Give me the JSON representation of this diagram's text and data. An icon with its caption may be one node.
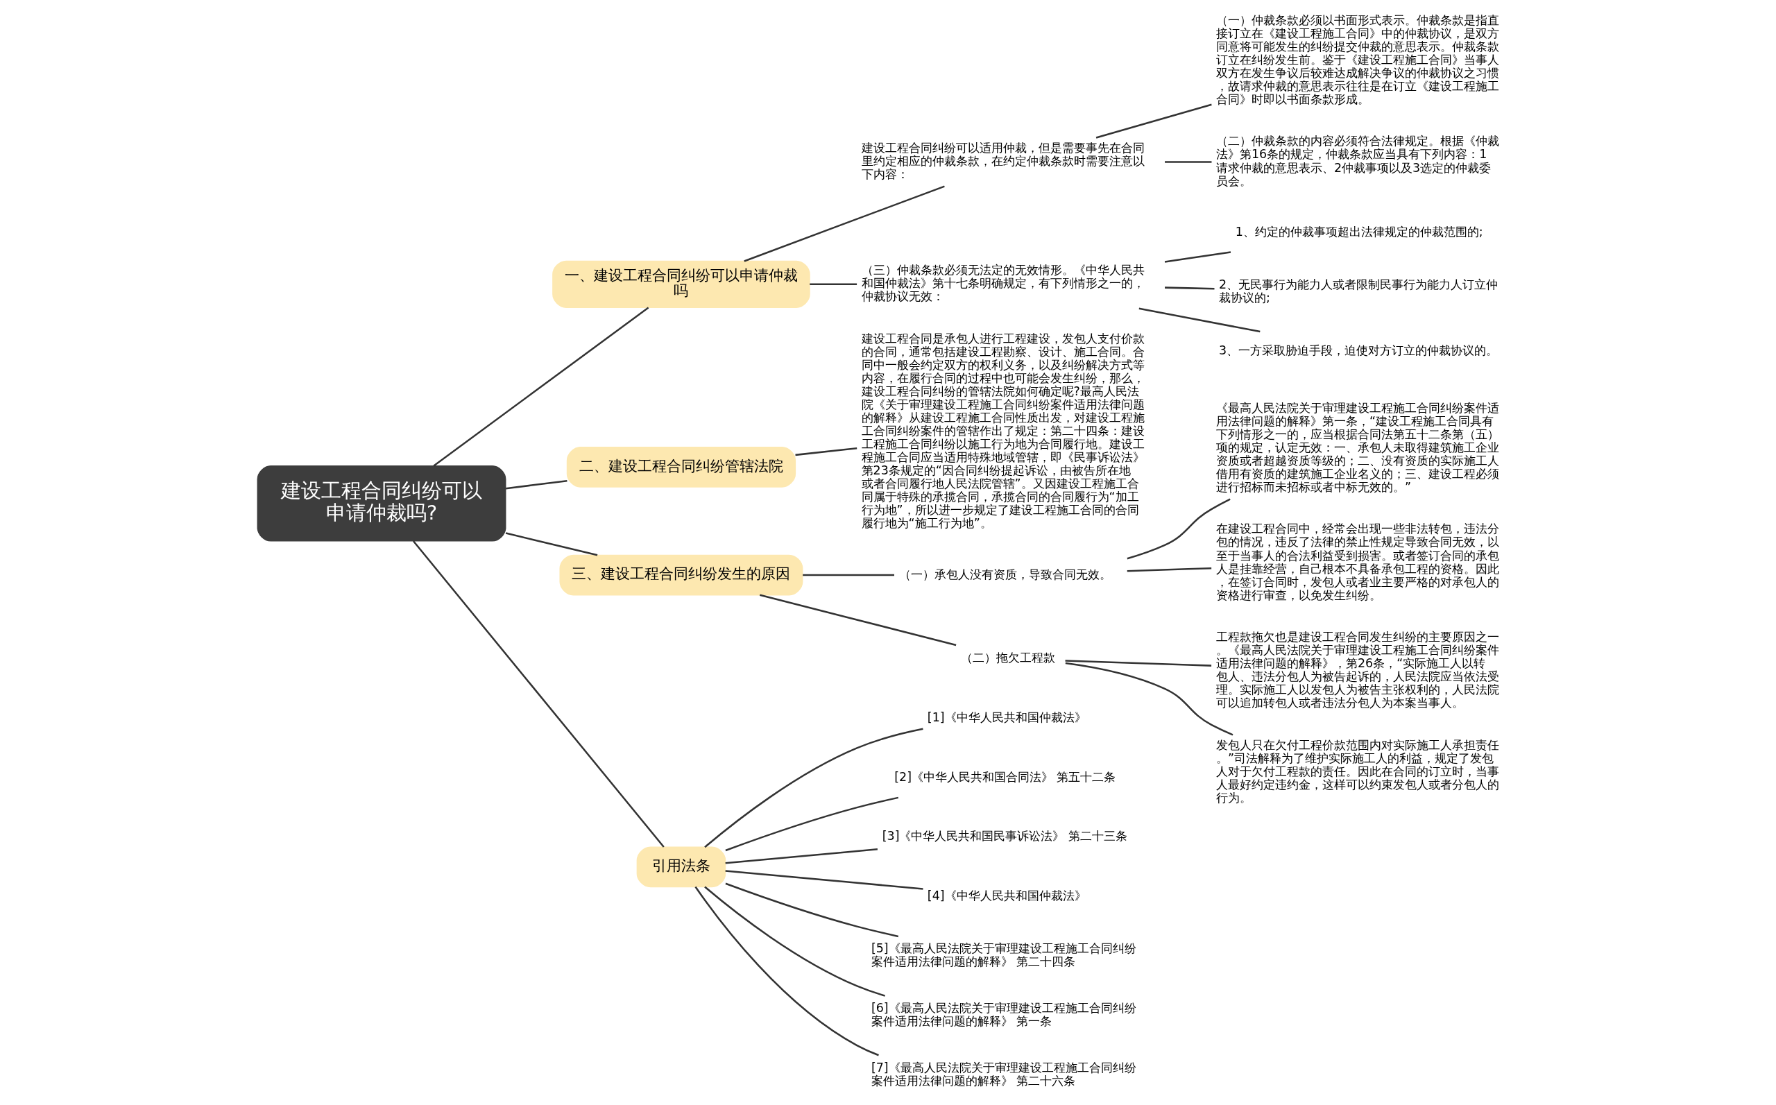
{
  "diagram": {
    "nodes": [
      {
        "text": [
          "建设工程合同纠纷可以申请仲裁吗?"
        ]
      },
      {
        "text": [
          "一、建设工程合同纠纷可以申请仲裁吗"
        ]
      },
      {
        "text": [
          "建设工程合同纠纷可以适用仲裁，但是需要事先在合同里约定相应的仲裁条款，在约定仲裁条款时需要注意以下内容："
        ]
      },
      {
        "text": [
          "（一）仲裁条款必须以书面形式表示。仲裁条款是指直接订立在《建设工程施工合同》中的仲裁协议，是双方同意将可能发生的纠纷提交仲裁的意思表示。仲裁条款订立在纠纷发生前。鉴于《建设工程施工合同》当事人双方在发生争议后较难达成解决争议的仲裁协议之习惯，故请求仲裁的意思表示往往是在订立《建设工程施工合同》时即以书面条款形成。"
        ]
      },
      {
        "text": [
          "（二）仲裁条款的内容必须符合法律规定。根据《仲裁法》第16条的规定，仲裁条款应当具有下列内容：1请求仲裁的意思表示、2仲裁事项以及3选定的仲裁委员会。"
        ]
      },
      {
        "text": [
          "（三）仲裁条款必须无法定的无效情形。《中华人民共和国仲裁法》第十七条明确规定，有下列情形之一的，仲裁协议无效："
        ]
      },
      {
        "text": [
          "1、约定的仲裁事项超出法律规定的仲裁范围的;"
        ]
      },
      {
        "text": [
          "2、无民事行为能力人或者限制民事行为能力人订立仲裁协议的;"
        ]
      },
      {
        "text": [
          "3、一方采取胁迫手段，迫使对方订立的仲裁协议的。"
        ]
      },
      {
        "text": [
          "二、建设工程合同纠纷管辖法院"
        ]
      },
      {
        "text": [
          "建设工程合同是承包人进行工程建设，发包人支付价款的合同，通常包括建设工程勘察、设计、施工合同。合同中一般会约定双方的权利义务，以及纠纷解决方式等内容，在履行合同的过程中也可能会发生纠纷，那么，建设工程合同纠纷的管辖法院如何确定呢?最高人民法院《关于审理建设工程施工合同纠纷案件适用法律问题的解释》从建设工程施工合同性质出发，对建设工程施工合同纠纷案件的管辖作出了规定：第二十四条：建设工程施工合同纠纷以施工行为地为合同履行地。建设工程施工合同应当适用特殊地域管辖，即《民事诉讼法》第23条规定的“因合同纠纷提起诉讼，由被告所在地或者合同履行地人民法院管辖”。又因建设工程施工合同属于特殊的承揽合同，承揽合同的合同履行为“加工行为地”，所以进一步规定了建设工程施工合同的合同履行地为“施工行为地”。"
        ]
      },
      {
        "text": [
          "三、建设工程合同纠纷发生的原因"
        ]
      },
      {
        "text": [
          "（一）承包人没有资质，导致合同无效。"
        ]
      },
      {
        "text": [
          "《最高人民法院关于审理建设工程施工合同纠纷案件适用法律问题的解释》第一条，“建设工程施工合同具有下列情形之一的，应当根据合同法第五十二条第（五）项的规定，认定无效：一、承包人未取得建筑施工企业资质或者超越资质等级的；二、没有资质的实际施工人借用有资质的建筑施工企业名义的；三、建设工程必须进行招标而未招标或者中标无效的。”"
        ]
      },
      {
        "text": [
          "在建设工程合同中，经常会出现一些非法转包，违法分包的情况，违反了法律的禁止性规定导致合同无效，以至于当事人的合法利益受到损害。或者签订合同的承包人是挂靠经营，自己根本不具备承包工程的资格。因此，在签订合同时，发包人或者业主要严格的对承包人的资格进行审查，以免发生纠纷。"
        ]
      },
      {
        "text": [
          "（二）拖欠工程款"
        ]
      },
      {
        "text": [
          "工程款拖欠也是建设工程合同发生纠纷的主要原因之一。《最高人民法院关于审理建设工程施工合同纠纷案件适用法律问题的解释》，第26条，“实际施工人以转包人、违法分包人为被告起诉的，人民法院应当依法受理。实际施工人以发包人为被告主张权利的，人民法院可以追加转包人或者违法分包人为本案当事人。"
        ]
      },
      {
        "text": [
          "发包人只在欠付工程价款范围内对实际施工人承担责任。”司法解释为了维护实际施工人的利益，规定了发包人对于欠付工程款的责任。因此在合同的订立时，当事人最好约定违约金，这样可以约束发包人或者分包人的行为。"
        ]
      },
      {
        "text": [
          "引用法条"
        ]
      },
      {
        "text": [
          "[1]《中华人民共和国仲裁法》"
        ]
      },
      {
        "text": [
          "[2]《中华人民共和国合同法》 第五十二条"
        ]
      },
      {
        "text": [
          "[3]《中华人民共和国民事诉讼法》 第二十三条"
        ]
      },
      {
        "text": [
          "[4]《中华人民共和国仲裁法》"
        ]
      },
      {
        "text": [
          "[5]《最高人民法院关于审理建设工程施工合同纠纷案件适用法律问题的解释》 第二十四条"
        ]
      },
      {
        "text": [
          "[6]《最高人民法院关于审理建设工程施工合同纠纷案件适用法律问题的解释》 第一条"
        ]
      },
      {
        "text": [
          "[7]《最高人民法院关于审理建设工程施工合同纠纷案件适用法律问题的解释》 第二十六条"
        ]
      }
    ],
    "edges": [
      {
        "from": 0,
        "to": 1,
        "arrow": "none"
      },
      {
        "from": 1,
        "to": 2,
        "arrow": "none"
      },
      {
        "from": 2,
        "to": 3,
        "arrow": "none"
      },
      {
        "from": 2,
        "to": 4,
        "arrow": "none"
      },
      {
        "from": 1,
        "to": 5,
        "arrow": "none"
      },
      {
        "from": 5,
        "to": 6,
        "arrow": "none"
      },
      {
        "from": 5,
        "to": 7,
        "arrow": "none"
      },
      {
        "from": 5,
        "to": 8,
        "arrow": "none"
      },
      {
        "from": 0,
        "to": 9,
        "arrow": "none"
      },
      {
        "from": 9,
        "to": 10,
        "arrow": "none"
      },
      {
        "from": 0,
        "to": 11,
        "arrow": "none"
      },
      {
        "from": 11,
        "to": 12,
        "arrow": "none"
      },
      {
        "from": 12,
        "to": 13,
        "arrow": "none"
      },
      {
        "from": 12,
        "to": 14,
        "arrow": "none"
      },
      {
        "from": 11,
        "to": 15,
        "arrow": "none"
      },
      {
        "from": 15,
        "to": 16,
        "arrow": "none"
      },
      {
        "from": 15,
        "to": 17,
        "arrow": "none"
      },
      {
        "from": 0,
        "to": 18,
        "arrow": "none"
      },
      {
        "from": 18,
        "to": 19,
        "arrow": "none"
      },
      {
        "from": 18,
        "to": 20,
        "arrow": "none"
      },
      {
        "from": 18,
        "to": 21,
        "arrow": "none"
      },
      {
        "from": 18,
        "to": 22,
        "arrow": "none"
      },
      {
        "from": 18,
        "to": 23,
        "arrow": "none"
      },
      {
        "from": 18,
        "to": 24,
        "arrow": "none"
      },
      {
        "from": 18,
        "to": 25,
        "arrow": "none"
      }
    ]
  }
}
